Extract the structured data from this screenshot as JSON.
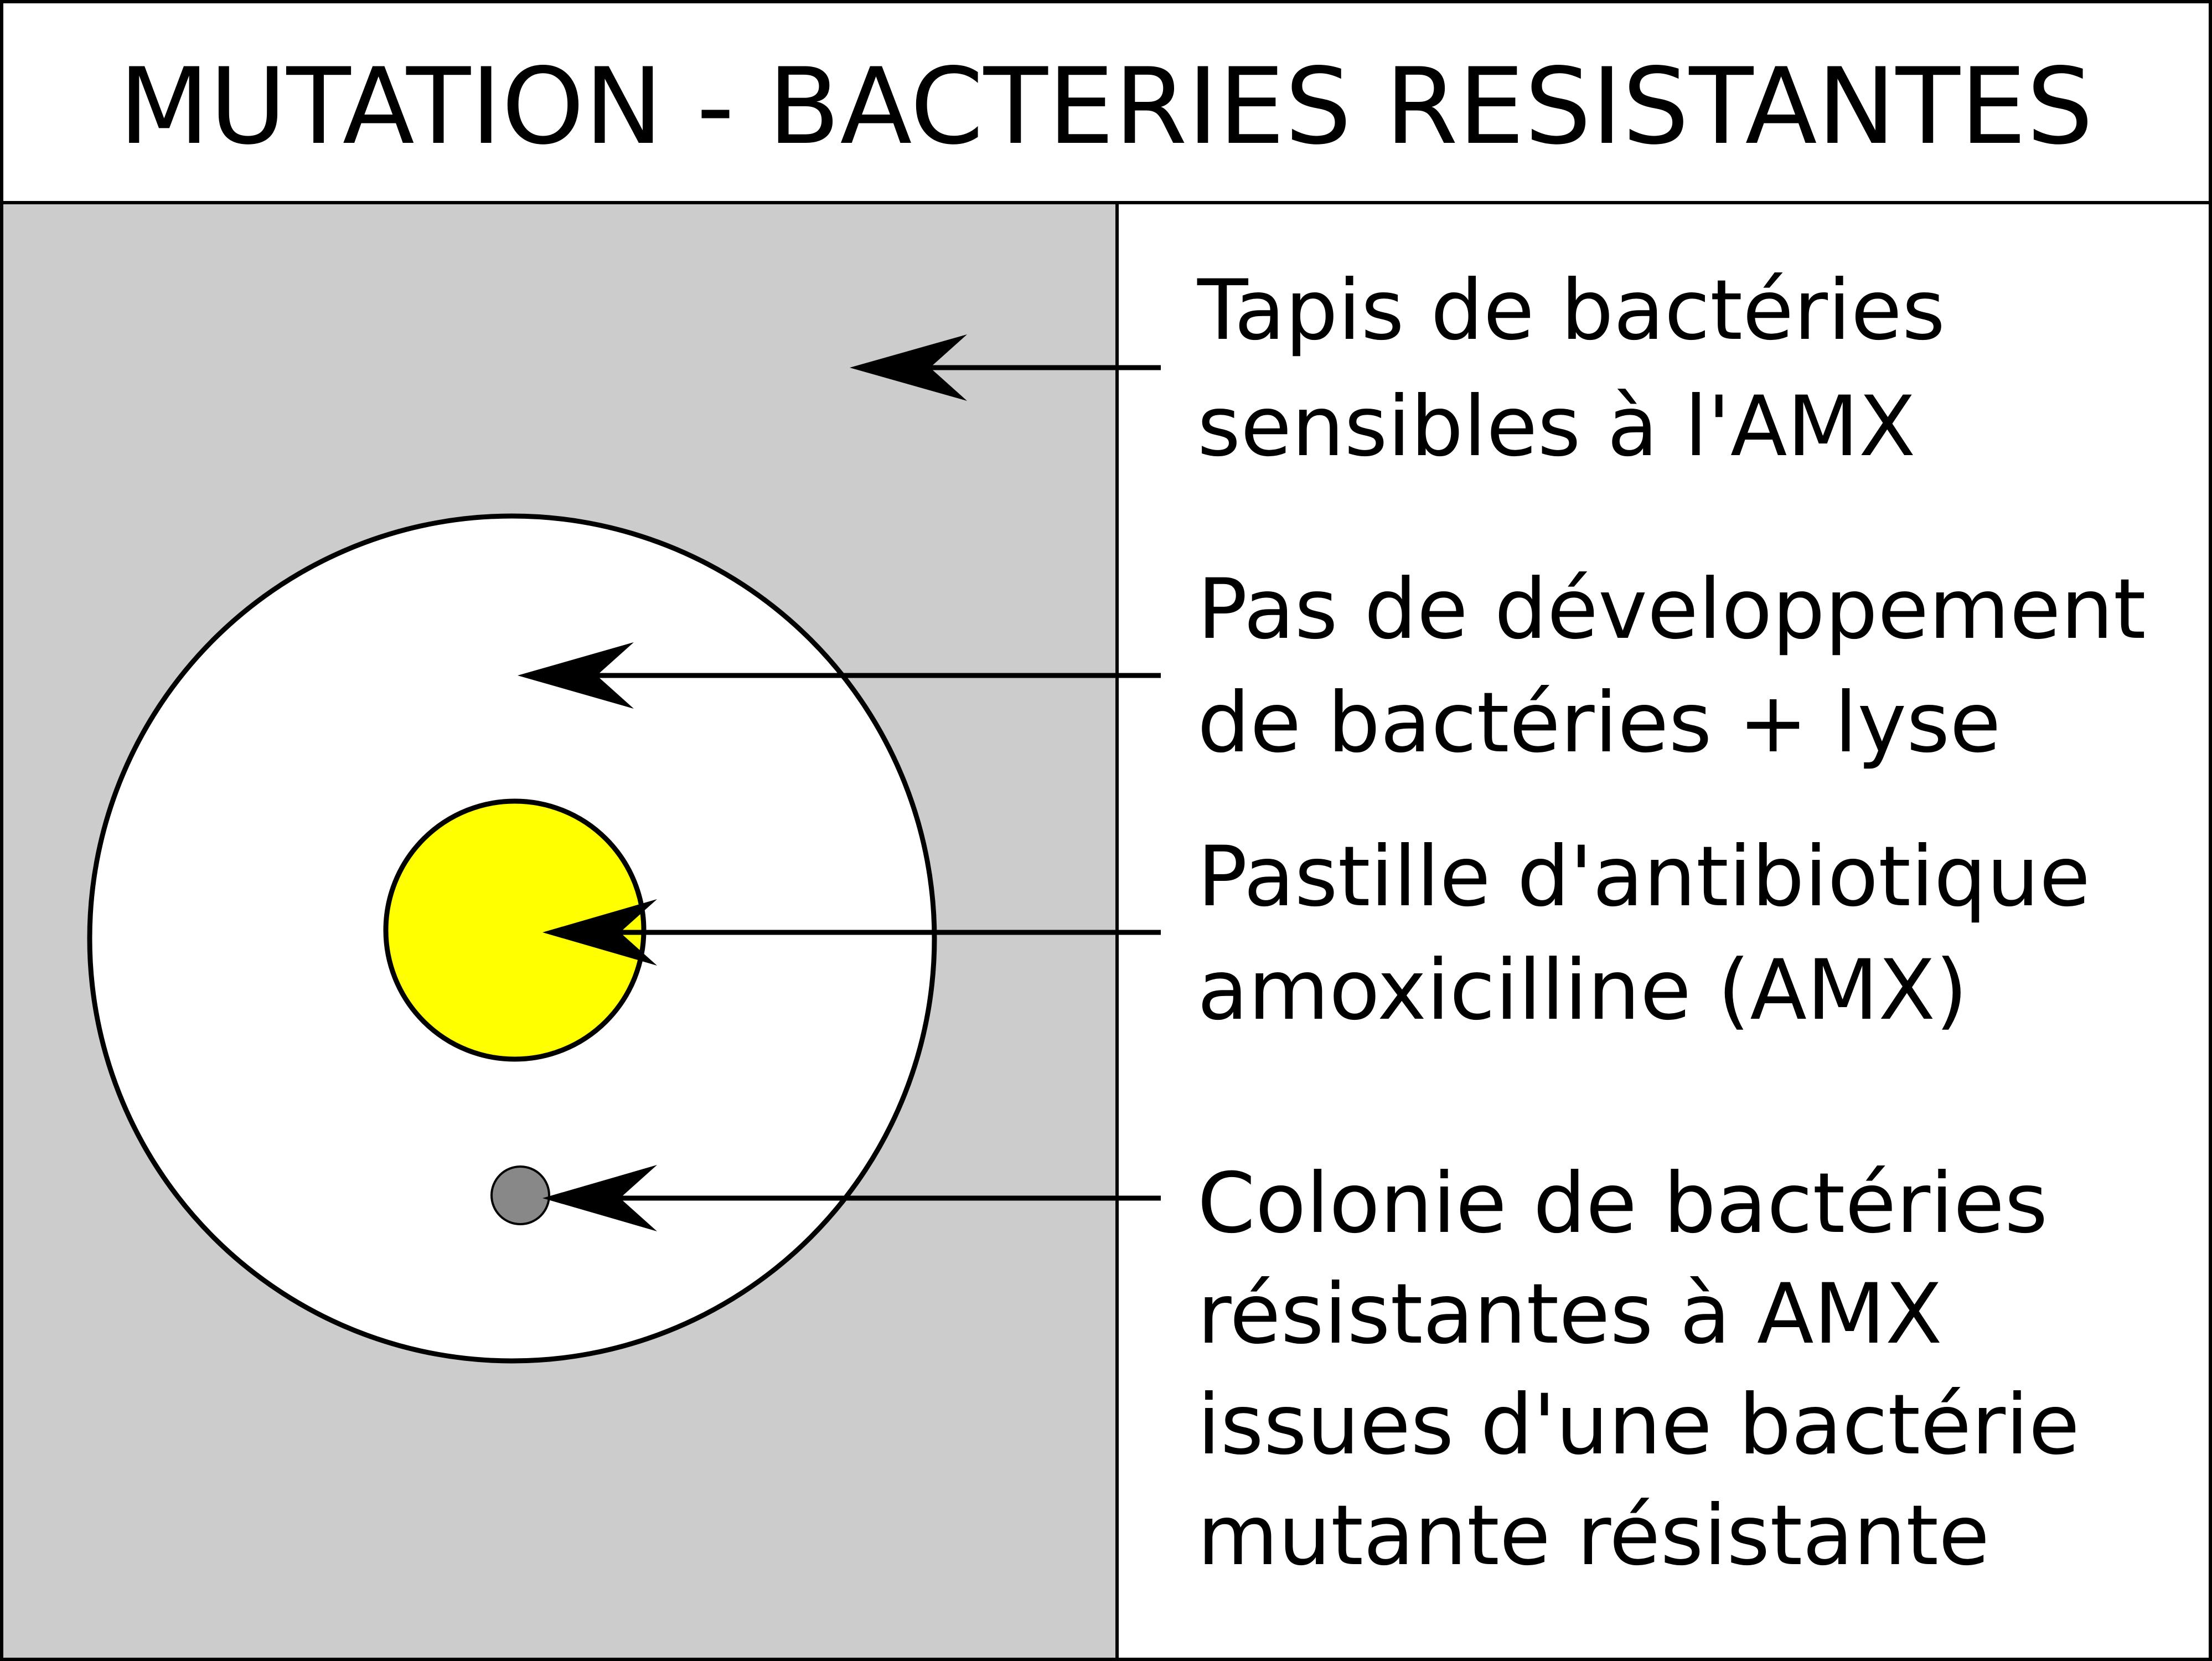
{
  "title": "MUTATION - BACTERIES RESISTANTES",
  "colors": {
    "border": "#000000",
    "bacterial_lawn": "#cccccc",
    "inhibition_zone": "#ffffff",
    "antibiotic_disc": "#ffff00",
    "resistant_colony": "#888888",
    "arrow": "#000000"
  },
  "labels": {
    "lawn": {
      "line1": "Tapis de bactéries",
      "line2": "sensibles à l'AMX"
    },
    "inhibition": {
      "line1": "Pas de développement",
      "line2": "de bactéries + lyse"
    },
    "disc": {
      "line1": "Pastille d'antibiotique",
      "line2": "amoxicilline (AMX)"
    },
    "colony": {
      "line1": "Colonie de bactéries",
      "line2": "résistantes à AMX",
      "line3": "issues d'une bactérie",
      "line4": "mutante résistante"
    }
  },
  "icons": {
    "lawn_arrow": "arrow-left-icon",
    "inhibition_arrow": "arrow-left-icon",
    "disc_arrow": "arrow-left-icon",
    "colony_arrow": "arrow-left-icon"
  }
}
